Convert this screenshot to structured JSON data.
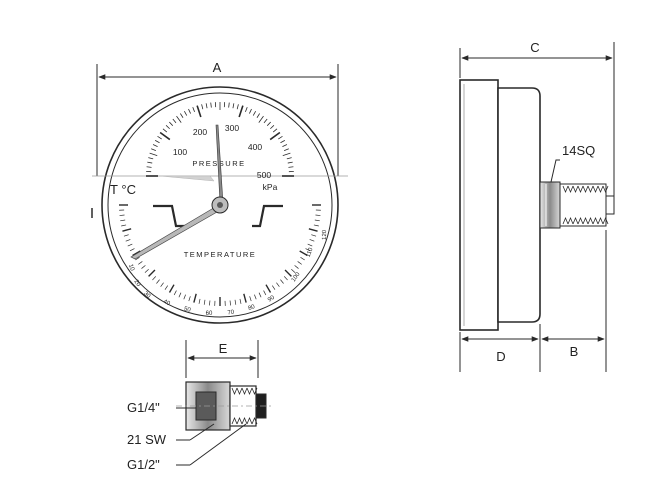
{
  "dimensions": {
    "a": "A",
    "b": "B",
    "c": "C",
    "d": "D",
    "e": "E"
  },
  "front_view": {
    "pressure_word": "PRESSURE",
    "pressure_unit": "kPa",
    "pressure_ticks": [
      "100",
      "200",
      "300",
      "400",
      "500"
    ],
    "temperature_word": "TEMPERATURE",
    "temperature_unit": "T °C",
    "temperature_ticks": [
      "10",
      "20",
      "30",
      "40",
      "50",
      "60",
      "70",
      "80",
      "90",
      "100",
      "110",
      "120"
    ]
  },
  "side_view": {
    "wrench_label": "14SQ"
  },
  "fitting": {
    "thread_small": "G1/4\"",
    "wrench_size": "21 SW",
    "thread_large": "G1/2\""
  },
  "colors": {
    "line": "#2a2a2a",
    "grey": "#9a9a9a",
    "light": "#cfcfcf"
  }
}
